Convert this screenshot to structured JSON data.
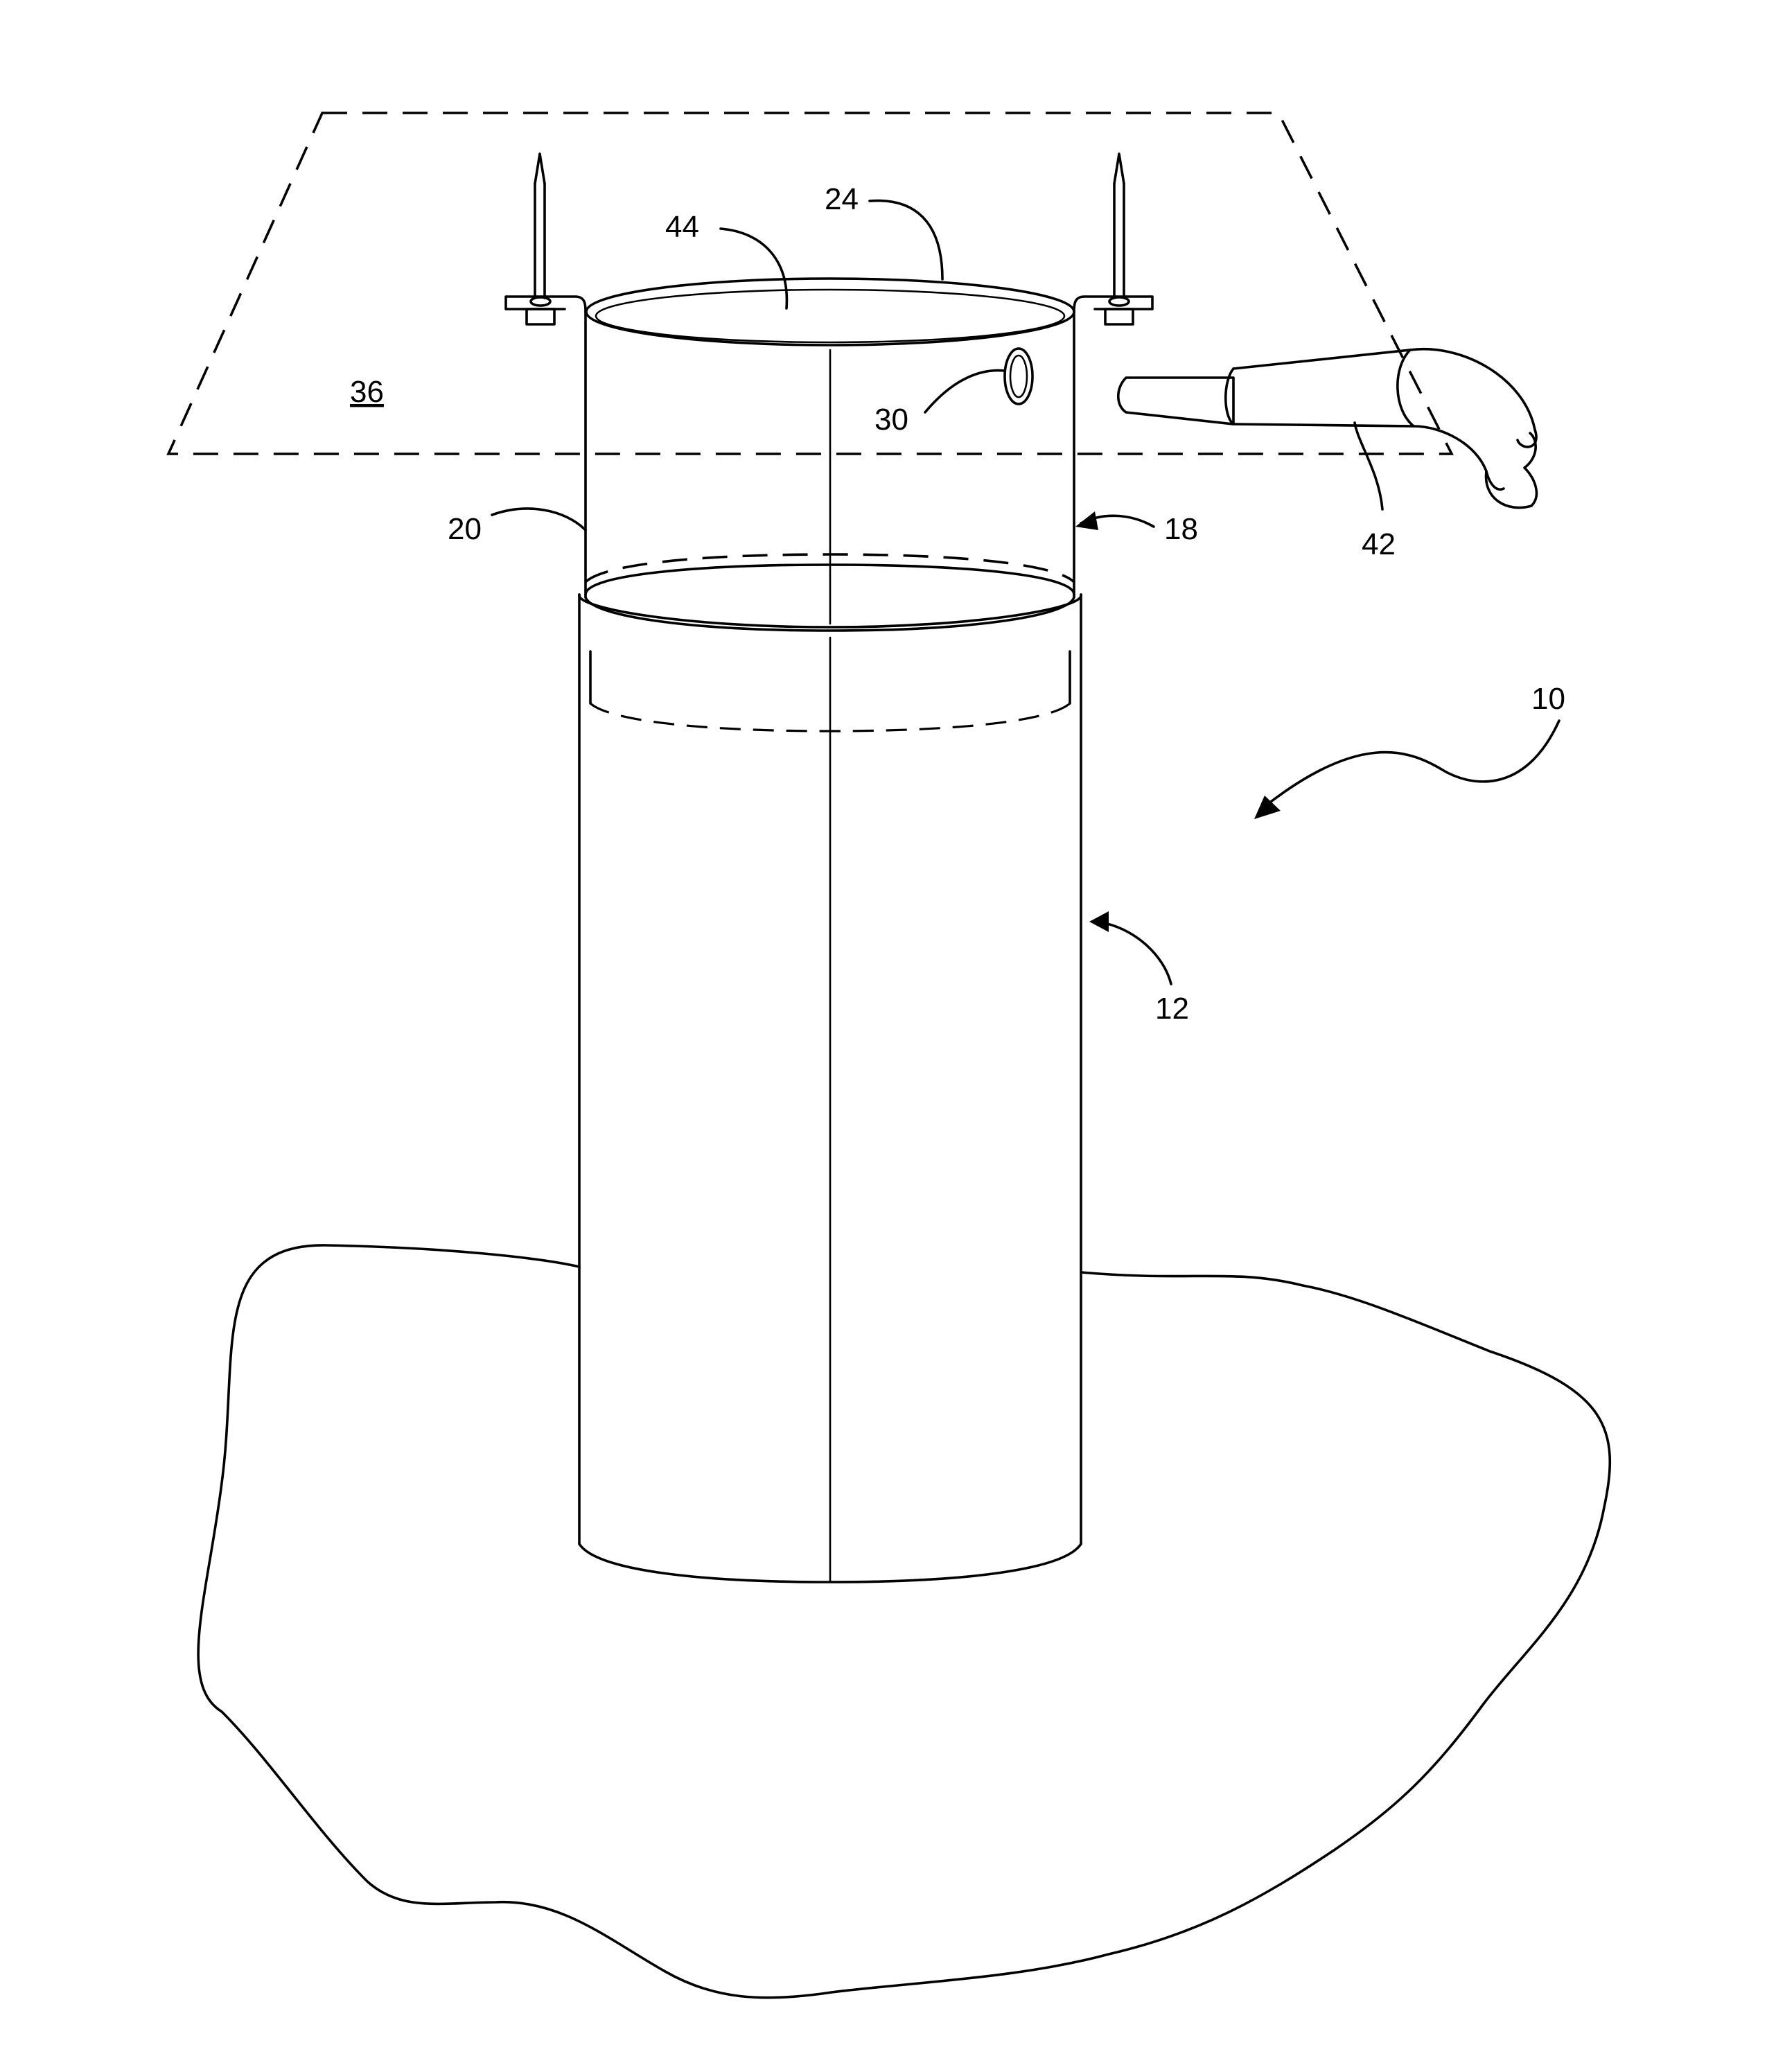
{
  "figure": {
    "labels": {
      "assembly": "10",
      "outer_pipe": "12",
      "collar": "18",
      "collar_wall": "20",
      "rim": "24",
      "aperture": "30",
      "surface": "36",
      "nozzle": "42",
      "opening": "44"
    },
    "colors": {
      "ink": "#000000",
      "background": "#ffffff"
    }
  }
}
